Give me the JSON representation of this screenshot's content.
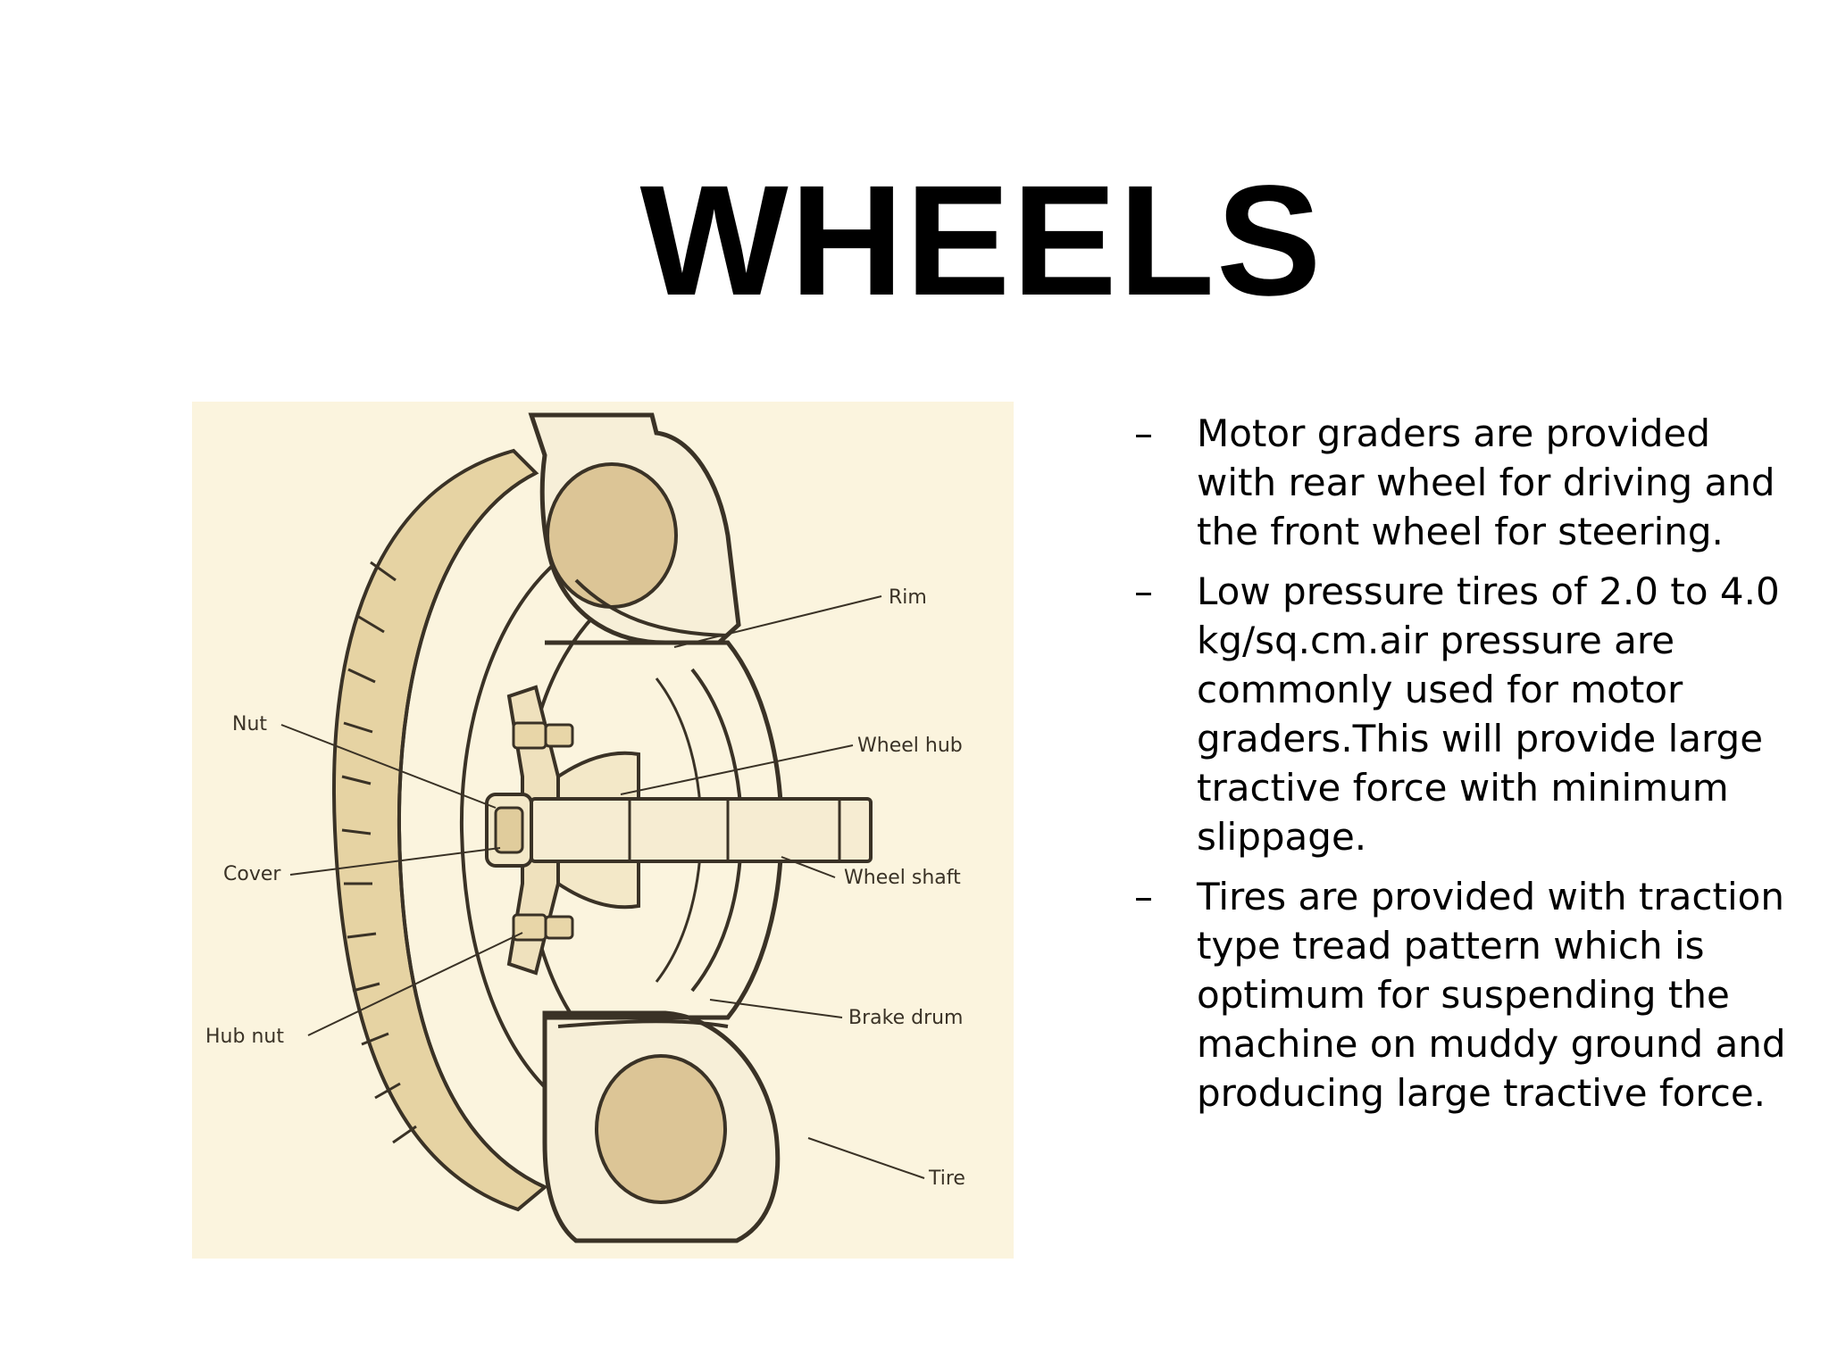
{
  "slide": {
    "title": "WHEELS",
    "bullet_marker": "–",
    "bullets": [
      "Motor graders are provided with rear wheel for driving and the front wheel for steering.",
      "Low pressure tires of 2.0 to 4.0 kg/sq.cm.air pressure are commonly used for motor graders.This will provide large tractive force with minimum slippage.",
      "Tires are provided with traction type tread pattern which is optimum for suspending the machine on muddy ground and producing large tractive force."
    ]
  },
  "diagram": {
    "labels": {
      "rim": "Rim",
      "nut": "Nut",
      "wheel_hub": "Wheel hub",
      "cover": "Cover",
      "wheel_shaft": "Wheel shaft",
      "brake_drum": "Brake drum",
      "hub_nut": "Hub nut",
      "tire": "Tire"
    },
    "colors": {
      "background": "#fbf4de",
      "line": "#3a3226",
      "fill": "#efe1bd"
    }
  }
}
